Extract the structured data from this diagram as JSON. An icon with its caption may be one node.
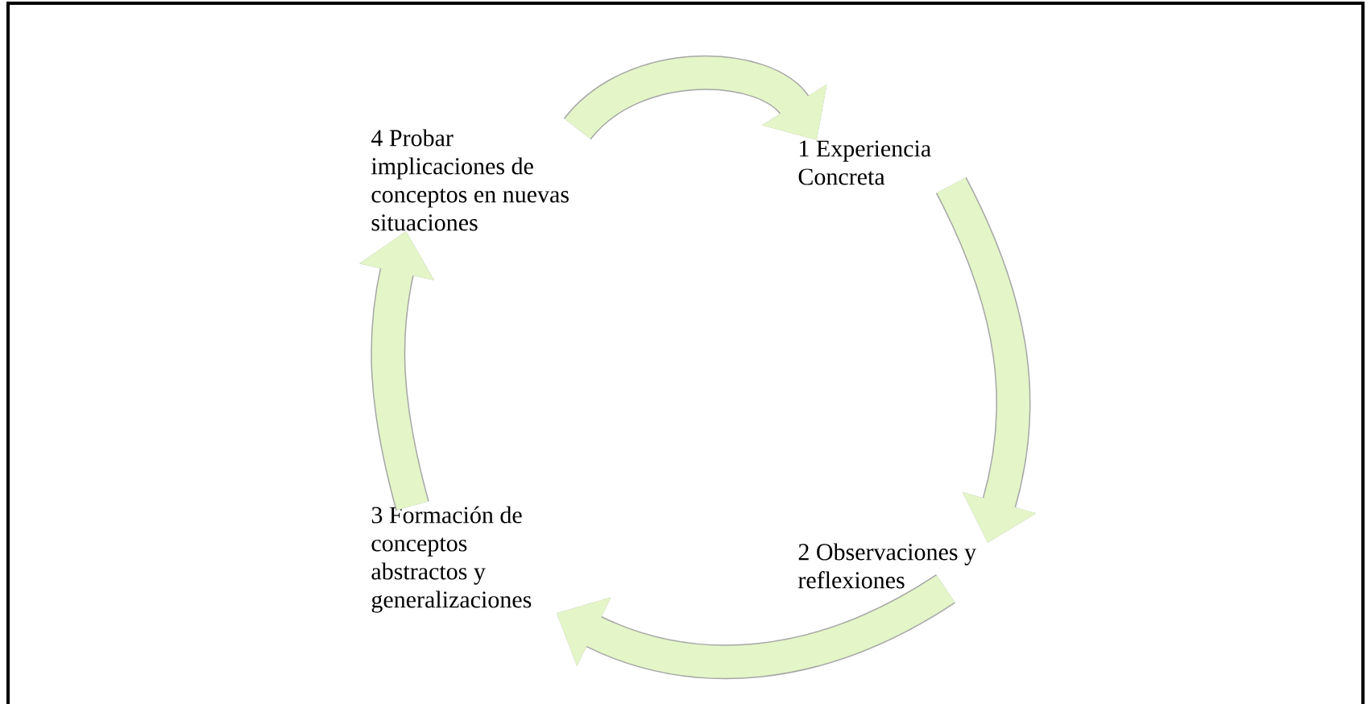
{
  "diagram": {
    "nodes": [
      {
        "text": [
          "4 Probar implicaciones de conceptos en nuevas situaciones"
        ]
      },
      {
        "text": [
          "1 Experiencia Concreta"
        ]
      },
      {
        "text": [
          "2 Observaciones y reflexiones"
        ]
      },
      {
        "text": [
          "3 Formación de conceptos abstractos y generalizaciones"
        ]
      }
    ],
    "edges": [
      {
        "from": 0,
        "to": 1,
        "arrow": "to"
      },
      {
        "from": 1,
        "to": 2,
        "arrow": "to"
      },
      {
        "from": 2,
        "to": 3,
        "arrow": "to"
      },
      {
        "from": 3,
        "to": 0,
        "arrow": "to"
      }
    ]
  }
}
